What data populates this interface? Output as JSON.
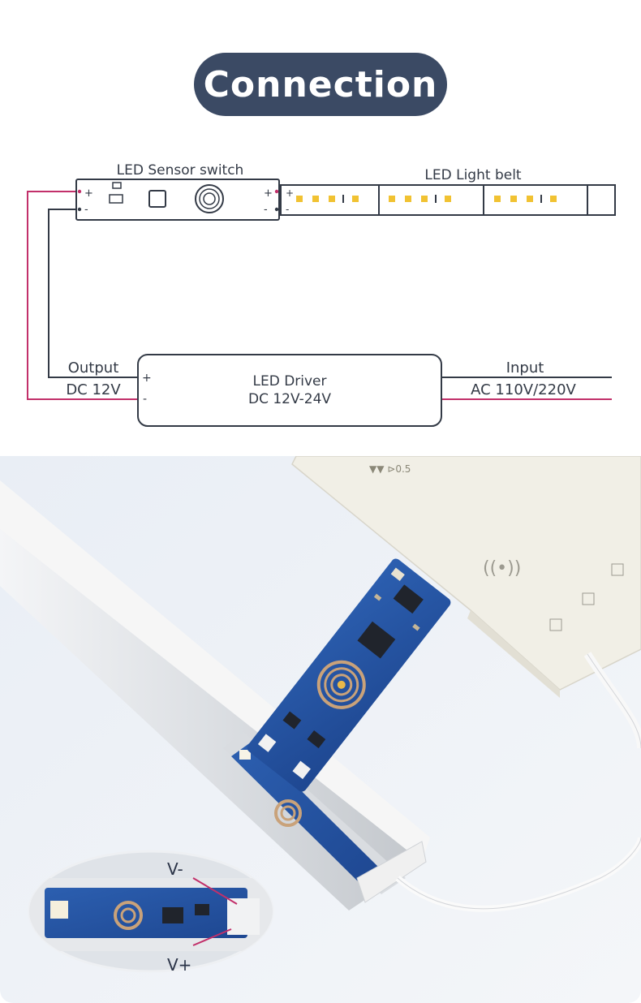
{
  "title": "Connection",
  "diagram": {
    "sensor_switch_label": "LED Sensor switch",
    "light_belt_label": "LED Light belt",
    "driver_label": "LED Driver",
    "driver_voltage": "DC 12V-24V",
    "output_label": "Output",
    "output_voltage": "DC 12V",
    "input_label": "Input",
    "input_voltage": "AC 110V/220V",
    "plus": "+",
    "minus": "-",
    "wire_colors": {
      "negative": "#333a46",
      "positive": "#c2306a"
    }
  },
  "photo": {
    "v_minus_label": "V-",
    "v_plus_label": "V+"
  }
}
